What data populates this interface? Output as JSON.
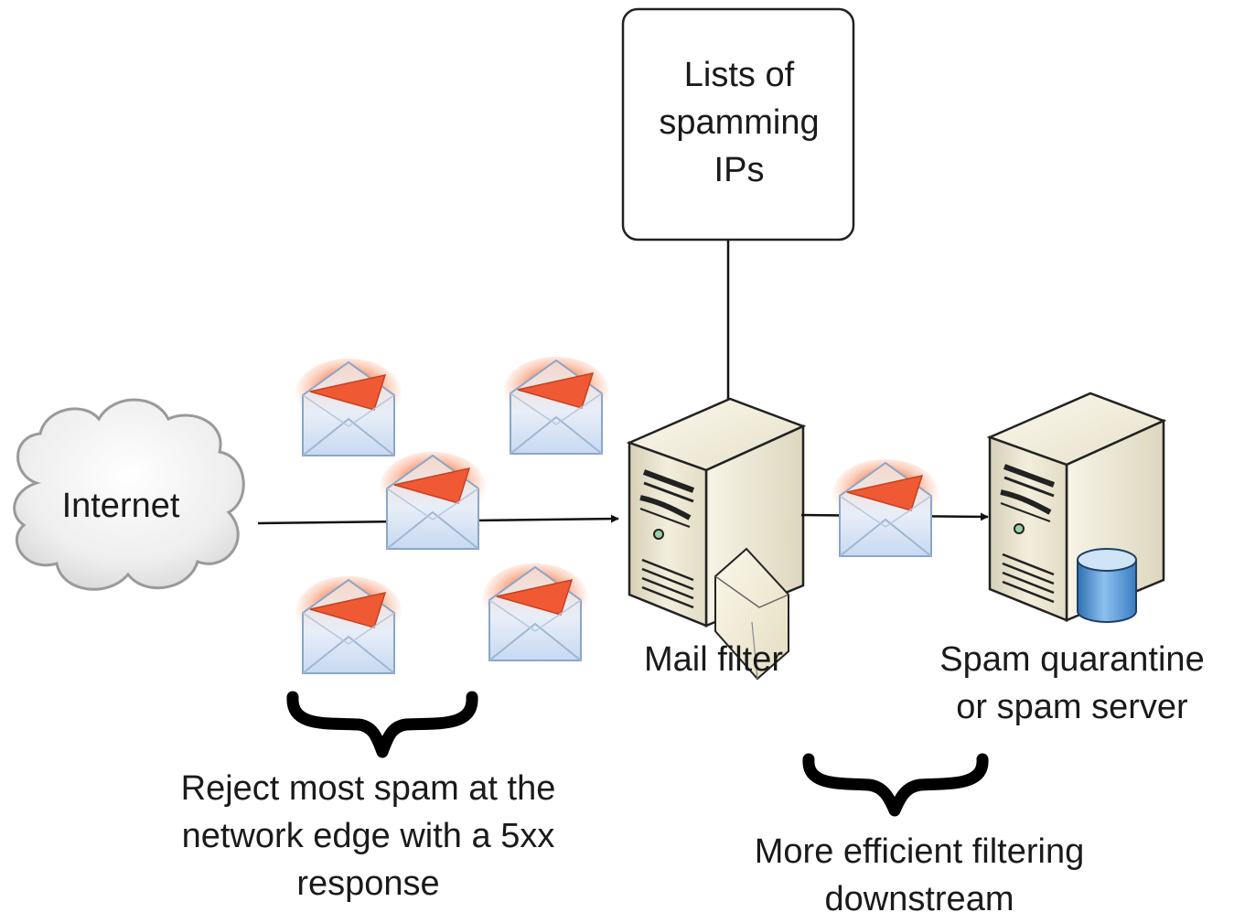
{
  "nodes": {
    "internet": {
      "label": "Internet"
    },
    "spam_lists": {
      "lines": [
        "Lists of",
        "spamming",
        "IPs"
      ]
    },
    "mail_filter": {
      "label": "Mail filter"
    },
    "spam_server": {
      "lines": [
        "Spam quarantine",
        "or spam server"
      ]
    }
  },
  "annotations": {
    "edge_reject": {
      "lines": [
        "Reject most spam at the",
        "network edge with a 5xx",
        "response"
      ]
    },
    "downstream": {
      "lines": [
        "More efficient filtering",
        "downstream"
      ]
    }
  },
  "colors": {
    "stroke": "#111111",
    "cloud_fill": "#eeeeee",
    "envelope_glow": "#f2603a",
    "envelope_body": "#dbe8f7",
    "server_body": "#e9e4cf",
    "database": "#5b9bd5"
  },
  "icons": {
    "cloud": "cloud-icon",
    "envelope": "spam-envelope-icon",
    "server": "server-icon",
    "database": "database-icon",
    "brace": "curly-brace"
  }
}
